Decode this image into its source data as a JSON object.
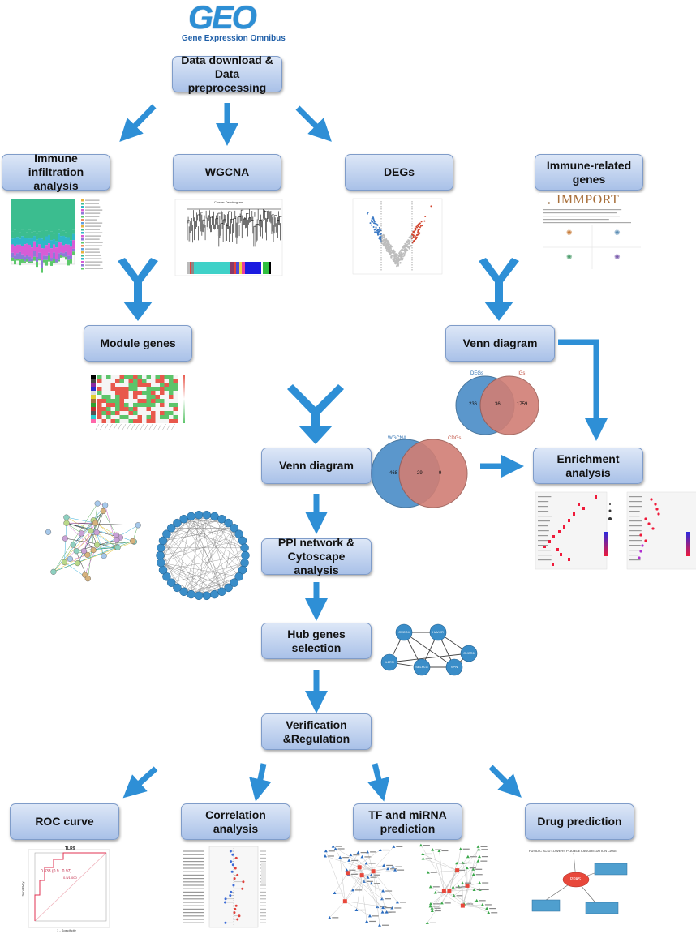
{
  "logo": {
    "letters": "GEO",
    "subtitle": "Gene Expression Omnibus"
  },
  "boxes": {
    "download": "Data download & Data preprocessing",
    "immune": "Immune infiltration analysis",
    "wgcna": "WGCNA",
    "degs": "DEGs",
    "immune_genes": "Immune-related genes",
    "module": "Module genes",
    "venn1": "Venn diagram",
    "venn2": "Venn diagram",
    "enrichment": "Enrichment analysis",
    "ppi": "PPI network & Cytoscape analysis",
    "hub": "Hub genes selection",
    "verification": "Verification &Regulation",
    "roc": "ROC curve",
    "correlation": "Correlation analysis",
    "tf": "TF and miRNA prediction",
    "drug": "Drug prediction"
  },
  "venn_top": {
    "label_a": "DEGs",
    "label_b": "IGs",
    "a_only": "236",
    "overlap": "36",
    "b_only": "1759"
  },
  "venn_mid": {
    "label_a": "WGCNA",
    "label_b": "CDGs",
    "a_only": "468",
    "overlap": "29",
    "b_only": "9"
  },
  "hub_nodes": [
    "HAVCR",
    "CXCR4",
    "CXCR6",
    "IL1RN",
    "SELPLG",
    "SPN"
  ],
  "immport": {
    "title": "IMMPORT"
  },
  "roc": {
    "title": "TLR9",
    "ylabel": "Sensitivity",
    "xlabel": "1 - Specificity",
    "auc": "0.833 (0.9...0.97)",
    "point": "0.5/1.000"
  },
  "drug": {
    "center": "PPAS",
    "banner": "FUSIDIC ACID LOWERS PLATELET AGGREGATION CASE"
  },
  "colors": {
    "arrow": "#2e8fd6",
    "box_top": "#dde7f7",
    "box_bottom": "#a9c1e8",
    "venn_blue": "#3f86c4",
    "venn_red": "#c9685c",
    "node": "#3a8dc8"
  }
}
